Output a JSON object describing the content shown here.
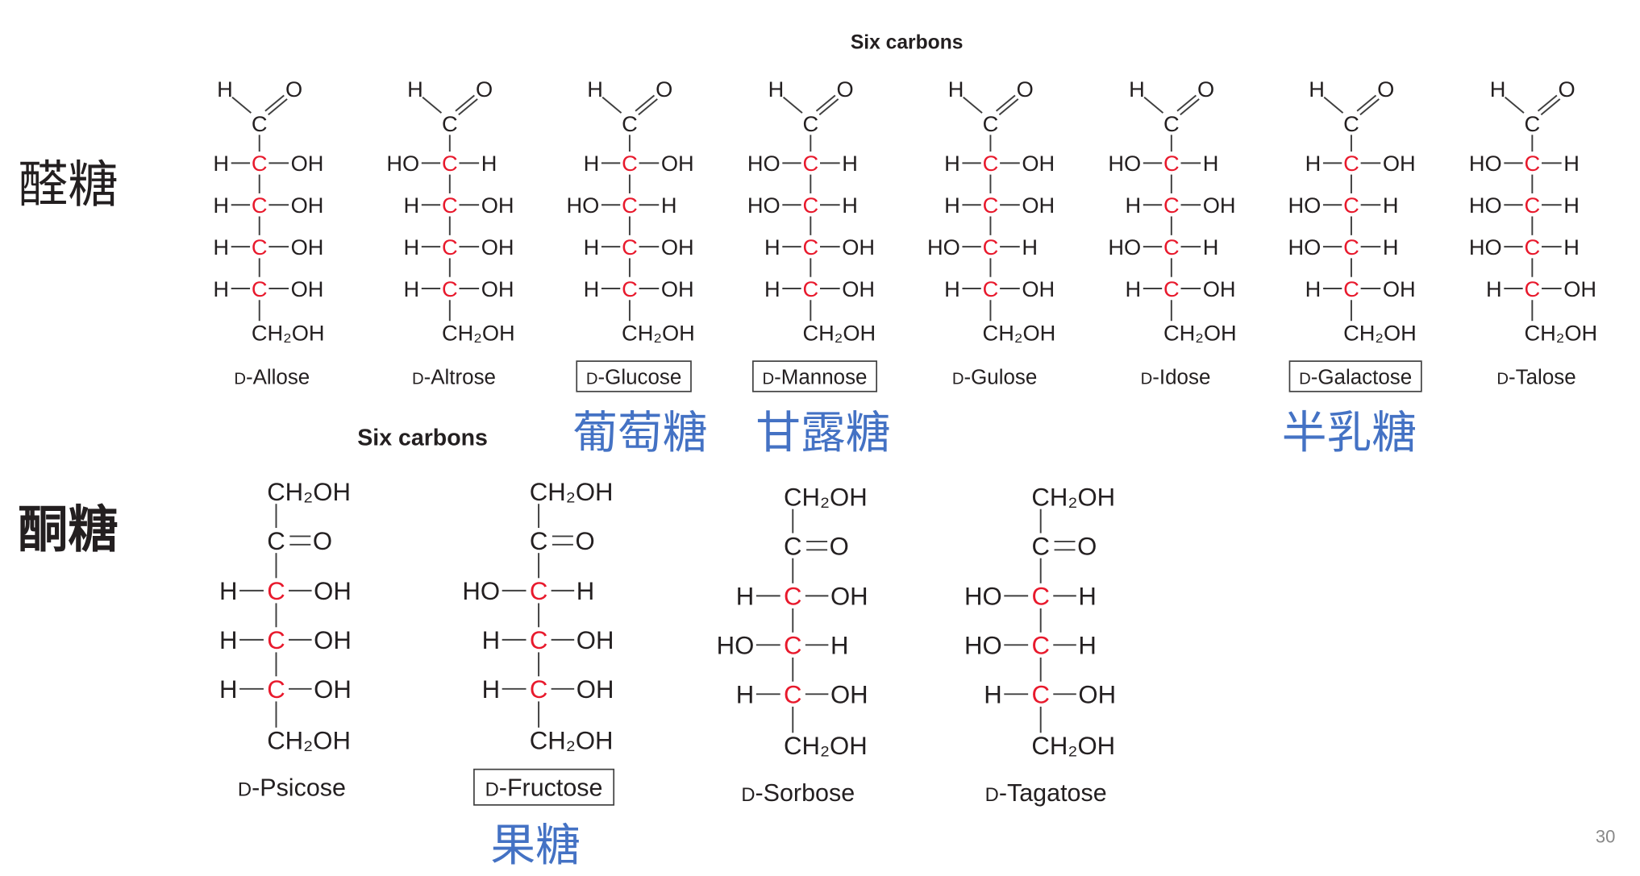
{
  "headings": {
    "aldoses": "Six carbons",
    "ketoses": "Six carbons"
  },
  "side_labels": {
    "aldoses": "醛糖",
    "ketoses": "酮糖"
  },
  "page_number": "30",
  "colors": {
    "text": "#231f20",
    "bond": "#3f3f3f",
    "stereocenter_carbon": "#e8192c",
    "common_name": "#4472c4",
    "page_number": "#888888"
  },
  "aldoses": [
    {
      "name": "D-Allose",
      "boxed": false,
      "aldehyde": {
        "h": "H",
        "c": "C",
        "o": "O"
      },
      "stereocenters": [
        [
          "H",
          "C",
          "OH"
        ],
        [
          "H",
          "C",
          "OH"
        ],
        [
          "H",
          "C",
          "OH"
        ],
        [
          "H",
          "C",
          "OH"
        ]
      ],
      "terminal": "CH₂OH"
    },
    {
      "name": "D-Altrose",
      "boxed": false,
      "aldehyde": {
        "h": "H",
        "c": "C",
        "o": "O"
      },
      "stereocenters": [
        [
          "HO",
          "C",
          "H"
        ],
        [
          "H",
          "C",
          "OH"
        ],
        [
          "H",
          "C",
          "OH"
        ],
        [
          "H",
          "C",
          "OH"
        ]
      ],
      "terminal": "CH₂OH"
    },
    {
      "name": "D-Glucose",
      "boxed": true,
      "common_name": "葡萄糖",
      "aldehyde": {
        "h": "H",
        "c": "C",
        "o": "O"
      },
      "stereocenters": [
        [
          "H",
          "C",
          "OH"
        ],
        [
          "HO",
          "C",
          "H"
        ],
        [
          "H",
          "C",
          "OH"
        ],
        [
          "H",
          "C",
          "OH"
        ]
      ],
      "terminal": "CH₂OH"
    },
    {
      "name": "D-Mannose",
      "boxed": true,
      "common_name": "甘露糖",
      "aldehyde": {
        "h": "H",
        "c": "C",
        "o": "O"
      },
      "stereocenters": [
        [
          "HO",
          "C",
          "H"
        ],
        [
          "HO",
          "C",
          "H"
        ],
        [
          "H",
          "C",
          "OH"
        ],
        [
          "H",
          "C",
          "OH"
        ]
      ],
      "terminal": "CH₂OH"
    },
    {
      "name": "D-Gulose",
      "boxed": false,
      "aldehyde": {
        "h": "H",
        "c": "C",
        "o": "O"
      },
      "stereocenters": [
        [
          "H",
          "C",
          "OH"
        ],
        [
          "H",
          "C",
          "OH"
        ],
        [
          "HO",
          "C",
          "H"
        ],
        [
          "H",
          "C",
          "OH"
        ]
      ],
      "terminal": "CH₂OH"
    },
    {
      "name": "D-Idose",
      "boxed": false,
      "aldehyde": {
        "h": "H",
        "c": "C",
        "o": "O"
      },
      "stereocenters": [
        [
          "HO",
          "C",
          "H"
        ],
        [
          "H",
          "C",
          "OH"
        ],
        [
          "HO",
          "C",
          "H"
        ],
        [
          "H",
          "C",
          "OH"
        ]
      ],
      "terminal": "CH₂OH"
    },
    {
      "name": "D-Galactose",
      "boxed": true,
      "common_name": "半乳糖",
      "aldehyde": {
        "h": "H",
        "c": "C",
        "o": "O"
      },
      "stereocenters": [
        [
          "H",
          "C",
          "OH"
        ],
        [
          "HO",
          "C",
          "H"
        ],
        [
          "HO",
          "C",
          "H"
        ],
        [
          "H",
          "C",
          "OH"
        ]
      ],
      "terminal": "CH₂OH"
    },
    {
      "name": "D-Talose",
      "boxed": false,
      "aldehyde": {
        "h": "H",
        "c": "C",
        "o": "O"
      },
      "stereocenters": [
        [
          "HO",
          "C",
          "H"
        ],
        [
          "HO",
          "C",
          "H"
        ],
        [
          "HO",
          "C",
          "H"
        ],
        [
          "H",
          "C",
          "OH"
        ]
      ],
      "terminal": "CH₂OH"
    }
  ],
  "ketoses": [
    {
      "name": "D-Psicose",
      "boxed": false,
      "top": "CH₂OH",
      "carbonyl": {
        "c": "C",
        "o": "O"
      },
      "stereocenters": [
        [
          "H",
          "C",
          "OH"
        ],
        [
          "H",
          "C",
          "OH"
        ],
        [
          "H",
          "C",
          "OH"
        ]
      ],
      "terminal": "CH₂OH"
    },
    {
      "name": "D-Fructose",
      "boxed": true,
      "common_name": "果糖",
      "top": "CH₂OH",
      "carbonyl": {
        "c": "C",
        "o": "O"
      },
      "stereocenters": [
        [
          "HO",
          "C",
          "H"
        ],
        [
          "H",
          "C",
          "OH"
        ],
        [
          "H",
          "C",
          "OH"
        ]
      ],
      "terminal": "CH₂OH"
    },
    {
      "name": "D-Sorbose",
      "boxed": false,
      "top": "CH₂OH",
      "carbonyl": {
        "c": "C",
        "o": "O"
      },
      "stereocenters": [
        [
          "H",
          "C",
          "OH"
        ],
        [
          "HO",
          "C",
          "H"
        ],
        [
          "H",
          "C",
          "OH"
        ]
      ],
      "terminal": "CH₂OH"
    },
    {
      "name": "D-Tagatose",
      "boxed": false,
      "top": "CH₂OH",
      "carbonyl": {
        "c": "C",
        "o": "O"
      },
      "stereocenters": [
        [
          "HO",
          "C",
          "H"
        ],
        [
          "HO",
          "C",
          "H"
        ],
        [
          "H",
          "C",
          "OH"
        ]
      ],
      "terminal": "CH₂OH"
    }
  ]
}
